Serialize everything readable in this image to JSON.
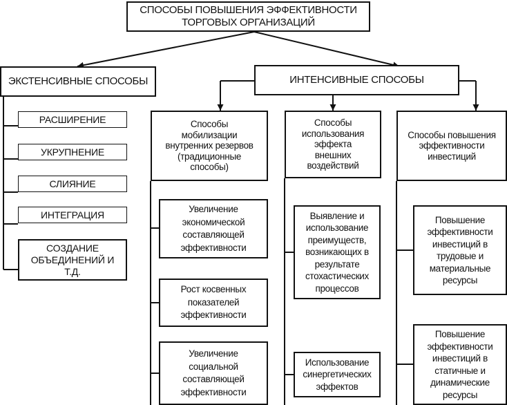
{
  "title": "СПОСОБЫ ПОВЫШЕНИЯ ЭФФЕКТИВНОСТИ\nТОРГОВЫХ ОРГАНИЗАЦИЙ",
  "extensive": {
    "header": "ЭКСТЕНСИВНЫЕ СПОСОБЫ",
    "items": [
      "РАСШИРЕНИЕ",
      "УКРУПНЕНИЕ",
      "СЛИЯНИЕ",
      "ИНТЕГРАЦИЯ",
      "СОЗДАНИЕ\nОБЪЕДИНЕНИЙ И\nТ.Д."
    ]
  },
  "intensive": {
    "header": "ИНТЕНСИВНЫЕ СПОСОБЫ",
    "categories": [
      {
        "label": "Способы\nмобилизации\nвнутренних резервов\n(традиционные\nспособы)",
        "items": [
          "Увеличение\nэкономической\nсоставляющей\nэффективности",
          "Рост косвенных\nпоказателей\nэффективности",
          "Увеличение\nсоциальной\nсоставляющей\nэффективности"
        ]
      },
      {
        "label": "Способы\nиспользования\nэффекта\nвнешних\nвоздействий",
        "items": [
          "Выявление и\nиспользование\nпреимуществ,\nвозникающих в\nрезультате\nстохастических\nпроцессов",
          "Использование\nсинергетических\nэффектов"
        ]
      },
      {
        "label": "Способы повышения\nэффективности\nинвестиций",
        "items": [
          "Повышение\nэффективности\nинвестиций в\nтрудовые и\nматериальные\nресурсы",
          "Повышение\nэффективности\nинвестиций в\nстатичные и\nдинамические\nресурсы"
        ]
      }
    ]
  }
}
